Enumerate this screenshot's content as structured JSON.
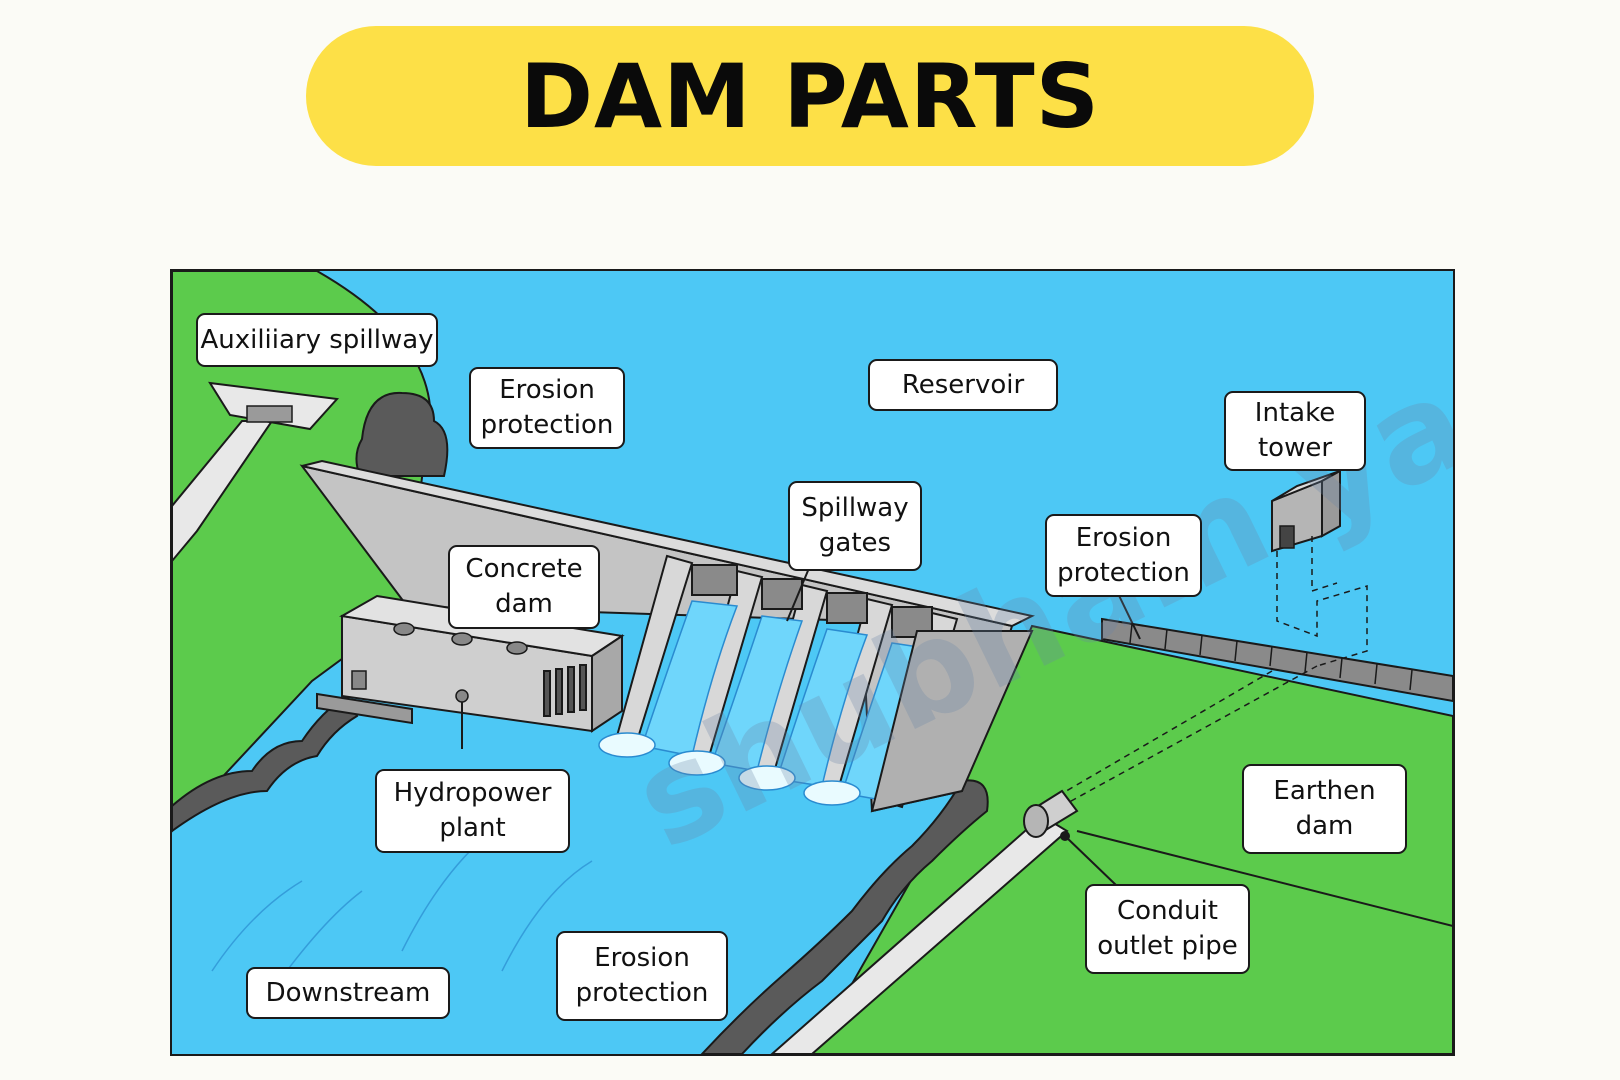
{
  "title": "DAM PARTS",
  "labels": {
    "auxiliary_spillway": "Auxiliiary spillway",
    "erosion_protection_top_left": "Erosion\nprotection",
    "reservoir": "Reservoir",
    "intake_tower": "Intake\ntower",
    "spillway_gates": "Spillway\ngates",
    "erosion_protection_right": "Erosion\nprotection",
    "concrete_dam": "Concrete\ndam",
    "hydropower_plant": "Hydropower\nplant",
    "earthen_dam": "Earthen\ndam",
    "conduit_outlet_pipe": "Conduit\noutlet pipe",
    "downstream": "Downstream",
    "erosion_protection_bottom": "Erosion\nprotection"
  },
  "watermark": "shubham yadav",
  "colors": {
    "title_bg": "#fde047",
    "water": "#4dc8f5",
    "grass": "#5ccb4c",
    "concrete": "#c4c4c4",
    "rock": "#5a5a5a"
  }
}
